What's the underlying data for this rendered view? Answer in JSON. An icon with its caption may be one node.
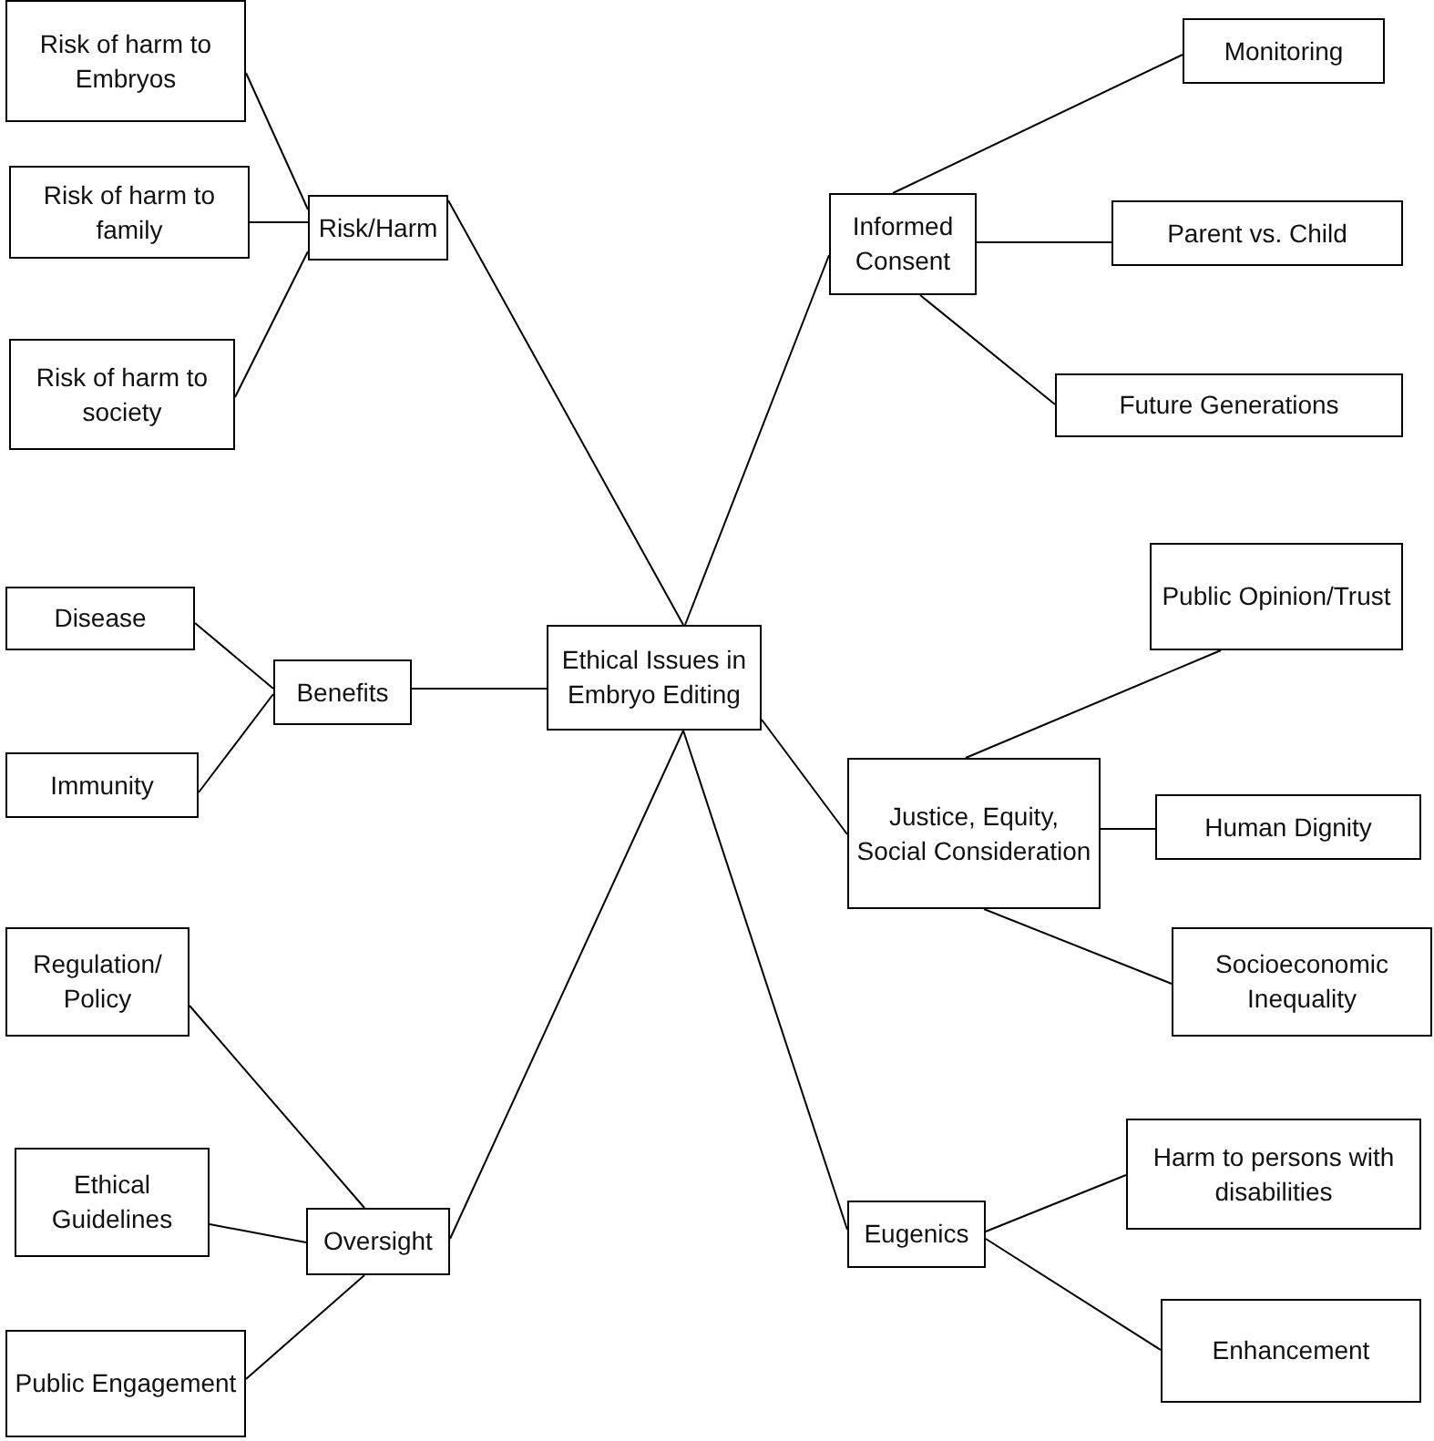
{
  "diagram": {
    "nodes": [
      {
        "text": [
          "Ethical Issues in Embryo Editing"
        ]
      },
      {
        "text": [
          "Risk/Harm"
        ]
      },
      {
        "text": [
          "Risk of harm to Embryos"
        ]
      },
      {
        "text": [
          "Risk of harm to family"
        ]
      },
      {
        "text": [
          "Risk of harm to society"
        ]
      },
      {
        "text": [
          "Informed Consent"
        ]
      },
      {
        "text": [
          "Monitoring"
        ]
      },
      {
        "text": [
          "Parent vs. Child"
        ]
      },
      {
        "text": [
          "Future Generations"
        ]
      },
      {
        "text": [
          "Benefits"
        ]
      },
      {
        "text": [
          "Disease"
        ]
      },
      {
        "text": [
          "Immunity"
        ]
      },
      {
        "text": [
          "Justice, Equity, Social Consideration"
        ]
      },
      {
        "text": [
          "Public Opinion/Trust"
        ]
      },
      {
        "text": [
          "Human Dignity"
        ]
      },
      {
        "text": [
          "Socioeconomic Inequality"
        ]
      },
      {
        "text": [
          "Oversight"
        ]
      },
      {
        "text": [
          "Regulation/ Policy"
        ]
      },
      {
        "text": [
          "Ethical Guidelines"
        ]
      },
      {
        "text": [
          "Public Engagement"
        ]
      },
      {
        "text": [
          "Eugenics"
        ]
      },
      {
        "text": [
          "Harm to persons with disabilities"
        ]
      },
      {
        "text": [
          "Enhancement"
        ]
      }
    ],
    "edges": [
      {
        "from": 0,
        "to": 1,
        "arrow": "none"
      },
      {
        "from": 1,
        "to": 2,
        "arrow": "none"
      },
      {
        "from": 1,
        "to": 3,
        "arrow": "none"
      },
      {
        "from": 1,
        "to": 4,
        "arrow": "none"
      },
      {
        "from": 0,
        "to": 5,
        "arrow": "none"
      },
      {
        "from": 5,
        "to": 6,
        "arrow": "none"
      },
      {
        "from": 5,
        "to": 7,
        "arrow": "none"
      },
      {
        "from": 5,
        "to": 8,
        "arrow": "none"
      },
      {
        "from": 0,
        "to": 9,
        "arrow": "none"
      },
      {
        "from": 9,
        "to": 10,
        "arrow": "none"
      },
      {
        "from": 9,
        "to": 11,
        "arrow": "none"
      },
      {
        "from": 0,
        "to": 12,
        "arrow": "none"
      },
      {
        "from": 12,
        "to": 13,
        "arrow": "none"
      },
      {
        "from": 12,
        "to": 14,
        "arrow": "none"
      },
      {
        "from": 12,
        "to": 15,
        "arrow": "none"
      },
      {
        "from": 0,
        "to": 16,
        "arrow": "none"
      },
      {
        "from": 16,
        "to": 17,
        "arrow": "none"
      },
      {
        "from": 16,
        "to": 18,
        "arrow": "none"
      },
      {
        "from": 16,
        "to": 19,
        "arrow": "none"
      },
      {
        "from": 0,
        "to": 20,
        "arrow": "none"
      },
      {
        "from": 20,
        "to": 21,
        "arrow": "none"
      },
      {
        "from": 20,
        "to": 22,
        "arrow": "none"
      }
    ]
  }
}
